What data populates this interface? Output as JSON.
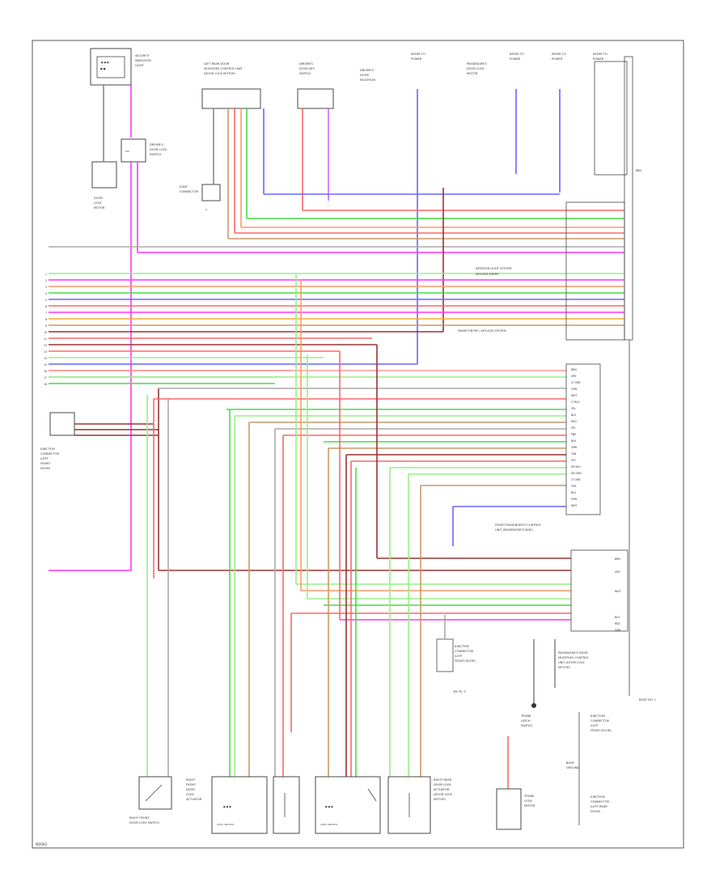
{
  "diagram": {
    "footer_code": "W2042",
    "wire_colors": {
      "pink": "#ff33ff",
      "red": "#ff6666",
      "green": "#44dd44",
      "light_green": "#99ee88",
      "blue": "#6666ff",
      "orange": "#ffaa33",
      "tan": "#cc9966",
      "maroon": "#993333",
      "violet": "#cc66ff",
      "gray": "#aaaaaa"
    },
    "components": [
      "SECURITY INDICATOR LIGHT",
      "DOOR LOCK MOTOR",
      "DRIVER'S DOOR LOCK SWITCH",
      "LEFT REAR DOOR LOCK MOTOR",
      "DRIVER'S DOOR KEY SWITCH",
      "PASSENGER'S DOOR LOCK MOTOR",
      "JUNCTION CONNECTOR",
      "FRONT PASSENGER'S CONTROL UNIT",
      "PASSENGER'S DOOR MULTIPLEX CONTROL UNIT",
      "RIGHT FRONT DOOR LOCK SWITCH",
      "RIGHT FRONT DOOR LOCK ACTUATOR",
      "RIGHT REAR DOOR LOCK ACTUATOR",
      "TRUNK LATCH SWITCH",
      "BODY GROUND",
      "BODY NO. 1"
    ]
  }
}
